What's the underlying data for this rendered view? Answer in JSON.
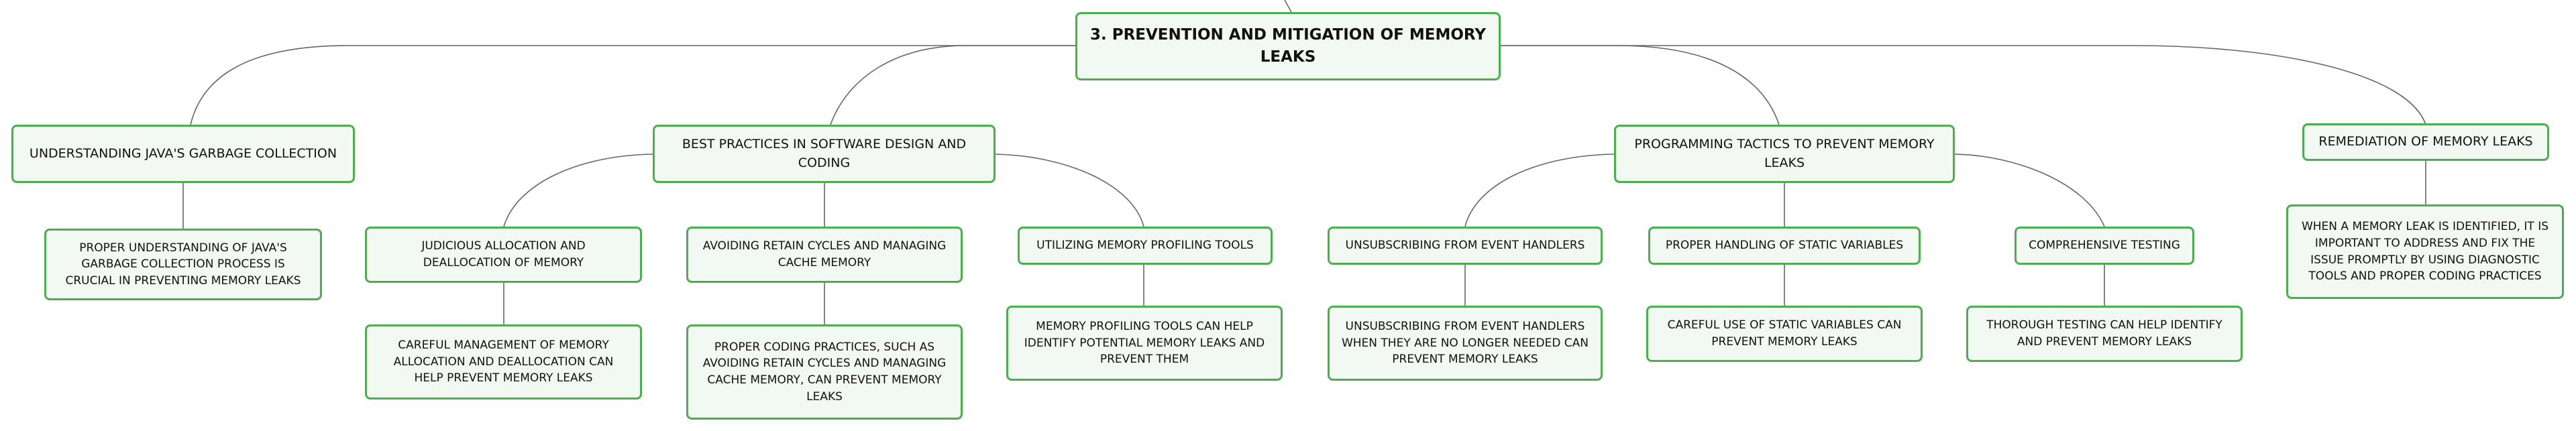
{
  "colors": {
    "node_border": "#4cae4f",
    "node_fill": "#f2f8f2",
    "connector": "#666666"
  },
  "root": {
    "label": "3. PREVENTION AND MITIGATION OF MEMORY LEAKS"
  },
  "branches": [
    {
      "label": "UNDERSTANDING JAVA'S GARBAGE COLLECTION",
      "children": [
        {
          "label": "PROPER UNDERSTANDING OF JAVA'S GARBAGE COLLECTION PROCESS IS CRUCIAL IN PREVENTING MEMORY LEAKS"
        }
      ]
    },
    {
      "label": "BEST PRACTICES IN SOFTWARE DESIGN AND CODING",
      "children": [
        {
          "label": "JUDICIOUS ALLOCATION AND DEALLOCATION OF MEMORY",
          "detail": "CAREFUL MANAGEMENT OF MEMORY ALLOCATION AND DEALLOCATION CAN HELP PREVENT MEMORY LEAKS"
        },
        {
          "label": "AVOIDING RETAIN CYCLES AND MANAGING CACHE MEMORY",
          "detail": "PROPER CODING PRACTICES, SUCH AS AVOIDING RETAIN CYCLES AND MANAGING CACHE MEMORY, CAN PREVENT MEMORY LEAKS"
        },
        {
          "label": "UTILIZING MEMORY PROFILING TOOLS",
          "detail": "MEMORY PROFILING TOOLS CAN HELP IDENTIFY POTENTIAL MEMORY LEAKS AND PREVENT THEM"
        }
      ]
    },
    {
      "label": "PROGRAMMING TACTICS TO PREVENT MEMORY LEAKS",
      "children": [
        {
          "label": "UNSUBSCRIBING FROM EVENT HANDLERS",
          "detail": "UNSUBSCRIBING FROM EVENT HANDLERS WHEN THEY ARE NO LONGER NEEDED CAN PREVENT MEMORY LEAKS"
        },
        {
          "label": "PROPER HANDLING OF STATIC VARIABLES",
          "detail": "CAREFUL USE OF STATIC VARIABLES CAN PREVENT MEMORY LEAKS"
        },
        {
          "label": "COMPREHENSIVE TESTING",
          "detail": "THOROUGH TESTING CAN HELP IDENTIFY AND PREVENT MEMORY LEAKS"
        }
      ]
    },
    {
      "label": "REMEDIATION OF MEMORY LEAKS",
      "children": [
        {
          "label": "WHEN A MEMORY LEAK IS IDENTIFIED, IT IS IMPORTANT TO ADDRESS AND FIX THE ISSUE PROMPTLY BY USING DIAGNOSTIC TOOLS AND PROPER CODING PRACTICES"
        }
      ]
    }
  ]
}
